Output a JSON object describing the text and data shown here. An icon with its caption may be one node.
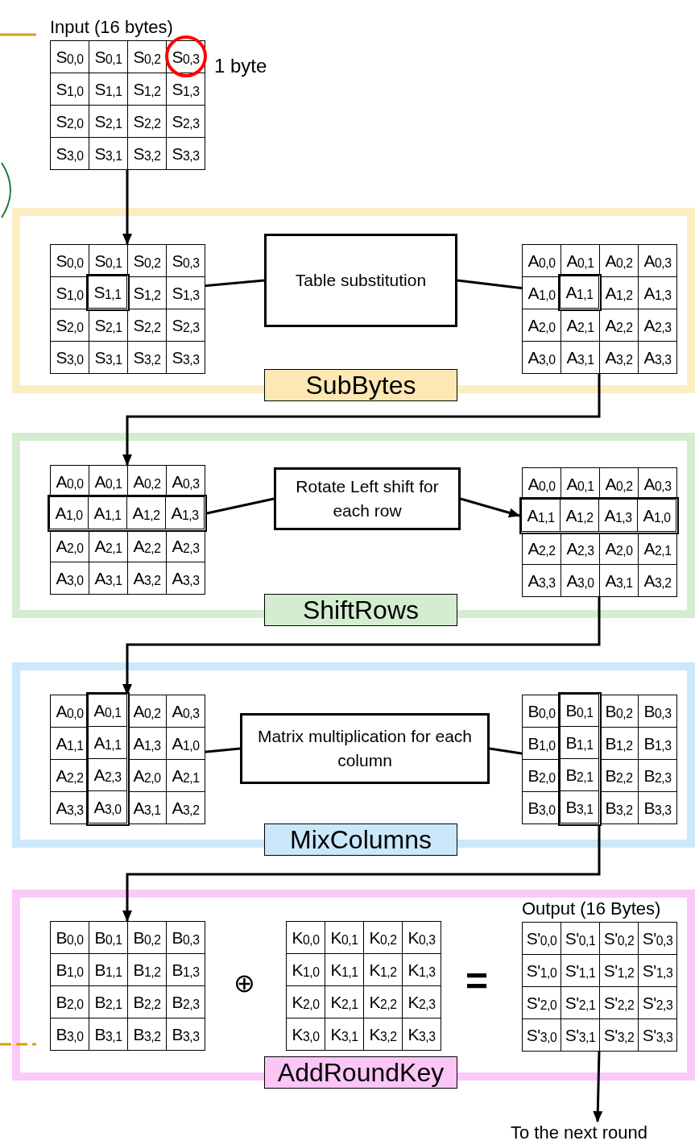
{
  "diagram": {
    "nodes": [
      {
        "text": [
          "Input (16 bytes)",
          "S$_{0,0}$",
          "S$_{0,1}$",
          "S$_{0,2}$",
          "S$_{0,3}$",
          "S$_{1,0}$",
          "S$_{1,1}$",
          "S$_{1,2}$",
          "S$_{1,3}$",
          "S$_{2,0}$",
          "S$_{2,1}$",
          "S$_{2,2}$",
          "S$_{2,3}$",
          "S$_{3,0}$",
          "S$_{3,1}$",
          "S$_{3,2}$",
          "S$_{3,3}$"
        ]
      },
      {
        "text": [
          "SubBytes"
        ]
      },
      {
        "text": [
          "S$_{0,0}$",
          "S$_{0,1}$",
          "S$_{0,2}$",
          "S$_{0,3}$",
          "S$_{1,0}$",
          "S$_{1,2}$",
          "S$_{1,3}$",
          "S$_{2,0}$",
          "S$_{2,1}$",
          "S$_{2,2}$",
          "S$_{2,3}$",
          "S$_{3,0}$",
          "S$_{3,1}$",
          "S$_{3,2}$",
          "S$_{3,3}$"
        ],
        "in": 1
      },
      {
        "text": [
          "S$_{1,1}$"
        ],
        "in": 2
      },
      {
        "text": [
          "Table substitution"
        ],
        "in": 1
      },
      {
        "text": [
          "A$_{0,0}$",
          "A$_{0,1}$",
          "A$_{0,2}$",
          "A$_{0,3}$",
          "A$_{1,0}$",
          "A$_{1,2}$",
          "A$_{1,3}$",
          "A$_{2,0}$",
          "A$_{2,1}$",
          "A$_{2,2}$",
          "A$_{2,3}$",
          "A$_{3,0}$",
          "A$_{3,1}$",
          "A$_{3,2}$",
          "A$_{3,3}$"
        ],
        "in": 1
      },
      {
        "text": [
          "A$_{1,1}$"
        ],
        "in": 5
      },
      {
        "text": [
          "ShiftRows"
        ]
      },
      {
        "text": [
          "A$_{0,0}$",
          "A$_{0,1}$",
          "A$_{0,2}$",
          "A$_{0,3}$",
          "A$_{2,0}$",
          "A$_{2,1}$",
          "A$_{2,2}$",
          "A$_{2,3}$",
          "A$_{3,0}$",
          "A$_{3,1}$",
          "A$_{3,2}$",
          "A$_{3,3}$"
        ],
        "in": 7
      },
      {
        "text": [
          "A$_{1,0}$",
          "A$_{1,1}$",
          "A$_{1,2}$",
          "A$_{1,3}$"
        ],
        "in": 8
      },
      {
        "text": [
          "Rotate Left shift for each row"
        ],
        "in": 7
      },
      {
        "text": [
          "A$_{0,0}$",
          "A$_{0,1}$",
          "A$_{0,2}$",
          "A$_{0,3}$",
          "A$_{2,2}$",
          "A$_{2,3}$",
          "A$_{2,0}$",
          "A$_{2,1}$",
          "A$_{3,3}$",
          "A$_{3,0}$",
          "A$_{3,1}$",
          "A$_{3,2}$"
        ],
        "in": 7
      },
      {
        "text": [
          "A$_{1,1}$",
          "A$_{1,2}$",
          "A$_{1,3}$",
          "A$_{1,0}$"
        ],
        "in": 11
      },
      {
        "text": [
          "MixColumns"
        ]
      },
      {
        "text": [
          "A$_{0,0}$",
          "A$_{0,2}$",
          "A$_{0,3}$",
          "A$_{1,1}$",
          "A$_{1,3}$",
          "A$_{1,0}$",
          "A$_{2,2}$",
          "A$_{2,0}$",
          "A$_{2,1}$",
          "A$_{3,3}$",
          "A$_{3,1}$",
          "A$_{3,2}$"
        ],
        "in": 13
      },
      {
        "text": [
          "A$_{0,1}$",
          "A$_{1,1}$",
          "A$_{2,3}$",
          "A$_{3,0}$"
        ],
        "in": 14
      },
      {
        "text": [
          "Matrix multiplication for each column"
        ],
        "in": 13
      },
      {
        "text": [
          "B$_{0,0}$",
          "B$_{0,2}$",
          "B$_{0,3}$",
          "B$_{1,0}$",
          "B$_{1,2}$",
          "B$_{1,3}$",
          "B$_{2,0}$",
          "B$_{2,2}$",
          "B$_{2,3}$",
          "B$_{3,0}$",
          "B$_{3,2}$",
          "B$_{3,3}$"
        ],
        "in": 13
      },
      {
        "text": [
          "B$_{0,1}$",
          "B$_{1,1}$",
          "B$_{2,1}$",
          "B$_{3,1}$"
        ],
        "in": 17
      },
      {
        "text": [
          "AddRoundKey"
        ]
      },
      {
        "text": [
          "B$_{0,0}$",
          "B$_{0,1}$",
          "B$_{0,2}$",
          "B$_{0,3}$",
          "B$_{1,0}$",
          "B$_{1,1}$",
          "B$_{1,2}$",
          "B$_{1,3}$",
          "B$_{2,0}$",
          "B$_{2,1}$",
          "B$_{2,2}$",
          "B$_{2,3}$",
          "B$_{3,0}$",
          "B$_{3,1}$",
          "B$_{3,2}$",
          "B$_{3,3}$"
        ],
        "in": 19
      },
      {
        "text": [
          "K$_{0,0}$",
          "K$_{0,1}$",
          "K$_{0,2}$",
          "K$_{0,3}$",
          "K$_{1,0}$",
          "K$_{1,1}$",
          "K$_{1,2}$",
          "K$_{1,3}$",
          "K$_{2,0}$",
          "K$_{2,1}$",
          "K$_{2,2}$",
          "K$_{2,3}$",
          "K$_{3,0}$",
          "K$_{3,1}$",
          "K$_{3,2}$",
          "K$_{3,3}$"
        ],
        "in": 19
      },
      {
        "text": [
          "Output (16 Bytes)",
          "S'$_{0,0}$",
          "S'$_{0,1}$",
          "S'$_{0,2}$",
          "S'$_{0,3}$",
          "S'$_{1,0}$",
          "S'$_{1,1}$",
          "S'$_{1,2}$",
          "S'$_{1,3}$",
          "S'$_{2,0}$",
          "S'$_{2,1}$",
          "S'$_{2,2}$",
          "S'$_{2,3}$",
          "S'$_{3,0}$",
          "S'$_{3,1}$",
          "S'$_{3,2}$",
          "S'$_{3,3}$"
        ],
        "in": 19
      },
      {
        "text": [
          "To the next round"
        ]
      }
    ],
    "edges": [
      {
        "from": 0,
        "to": 2,
        "arrow": "to"
      },
      {
        "from": 3,
        "to": 4,
        "arrow": "none"
      },
      {
        "from": 4,
        "to": 6,
        "arrow": "to"
      },
      {
        "from": 5,
        "to": 8,
        "arrow": "to"
      },
      {
        "from": 9,
        "to": 10,
        "arrow": "none"
      },
      {
        "from": 10,
        "to": 12,
        "arrow": "to"
      },
      {
        "from": 11,
        "to": 14,
        "arrow": "to"
      },
      {
        "from": 15,
        "to": 16,
        "arrow": "none"
      },
      {
        "from": 16,
        "to": 18,
        "arrow": "to"
      },
      {
        "from": 17,
        "to": 20,
        "arrow": "to"
      },
      {
        "from": 22,
        "to": 23,
        "arrow": "to"
      }
    ],
    "labels": [
      "1 byte",
      "⊕",
      "="
    ]
  }
}
